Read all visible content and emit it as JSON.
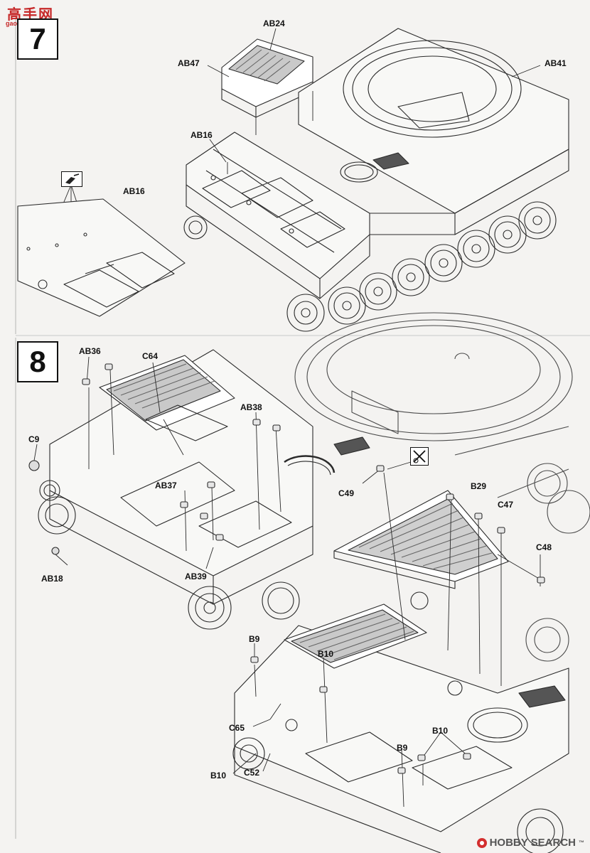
{
  "header_logo": {
    "chinese": "高手网",
    "url": "gao.shou.com"
  },
  "watermark": {
    "brand": "HOBBY SEARCH",
    "tm": "™"
  },
  "steps": [
    {
      "number": "7",
      "labels": {
        "ab24": "AB24",
        "ab47": "AB47",
        "ab41": "AB41",
        "ab16_main": "AB16",
        "ab16_detail": "AB16"
      }
    },
    {
      "number": "8",
      "labels": {
        "ab36": "AB36",
        "c64": "C64",
        "c9": "C9",
        "ab38": "AB38",
        "ab37": "AB37",
        "ab18": "AB18",
        "ab39": "AB39",
        "c49": "C49",
        "b29": "B29",
        "c47": "C47",
        "c48": "C48",
        "b9_top": "B9",
        "b10_top": "B10",
        "c65": "C65",
        "b10_right": "B10",
        "b9_right": "B9",
        "b10_left": "B10",
        "c52": "C52"
      }
    }
  ],
  "icons": {
    "drill_hole": "drill-hole-icon",
    "cut_remove": "cut-remove-icon"
  },
  "colors": {
    "paper": "#f4f3f1",
    "line": "#2a2a2a",
    "logo": "#c62828"
  }
}
